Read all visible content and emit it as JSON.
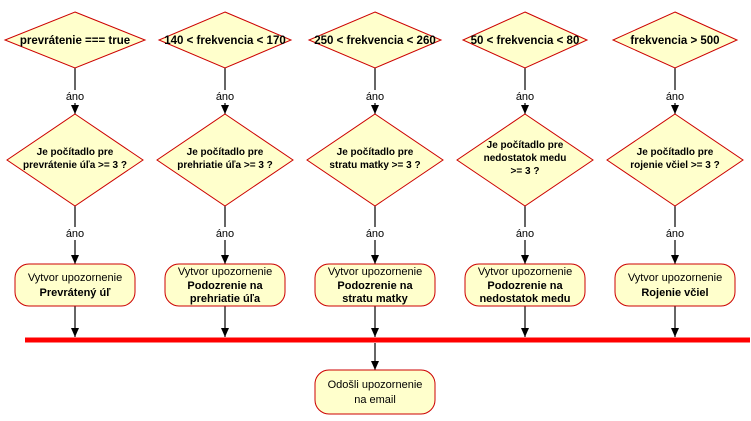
{
  "yes_label": "áno",
  "columns": [
    {
      "condition": "prevrátenie === true",
      "check": [
        "Je počítadlo pre",
        "prevrátenie úľa >= 3 ?"
      ],
      "action": {
        "line1": "Vytvor upozornenie",
        "line2": "Prevrátený úľ"
      }
    },
    {
      "condition": "140 < frekvencia < 170",
      "check": [
        "Je počítadlo pre",
        "prehriatie úľa >= 3 ?"
      ],
      "action": {
        "line1": "Vytvor upozornenie",
        "line2": "Podozrenie na",
        "line3": "prehriatie úľa"
      }
    },
    {
      "condition": "250 < frekvencia < 260",
      "check": [
        "Je počítadlo pre",
        "stratu matky >= 3 ?"
      ],
      "action": {
        "line1": "Vytvor upozornenie",
        "line2": "Podozrenie na",
        "line3": "stratu matky"
      }
    },
    {
      "condition": "50 < frekvencia < 80",
      "check": [
        "Je počítadlo pre",
        "nedostatok medu",
        ">= 3 ?"
      ],
      "action": {
        "line1": "Vytvor upozornenie",
        "line2": "Podozrenie na",
        "line3": "nedostatok medu"
      }
    },
    {
      "condition": "frekvencia > 500",
      "check": [
        "Je počítadlo pre",
        "rojenie včiel >= 3 ?"
      ],
      "action": {
        "line1": "Vytvor upozornenie",
        "line2": "Rojenie včiel"
      }
    }
  ],
  "final_action": {
    "line1": "Odošli upozornenie",
    "line2": "na email"
  },
  "colors": {
    "shape_fill": "#ffffcc",
    "shape_stroke": "#cc0000",
    "join_bar": "#ff0000",
    "edge": "#000000"
  }
}
